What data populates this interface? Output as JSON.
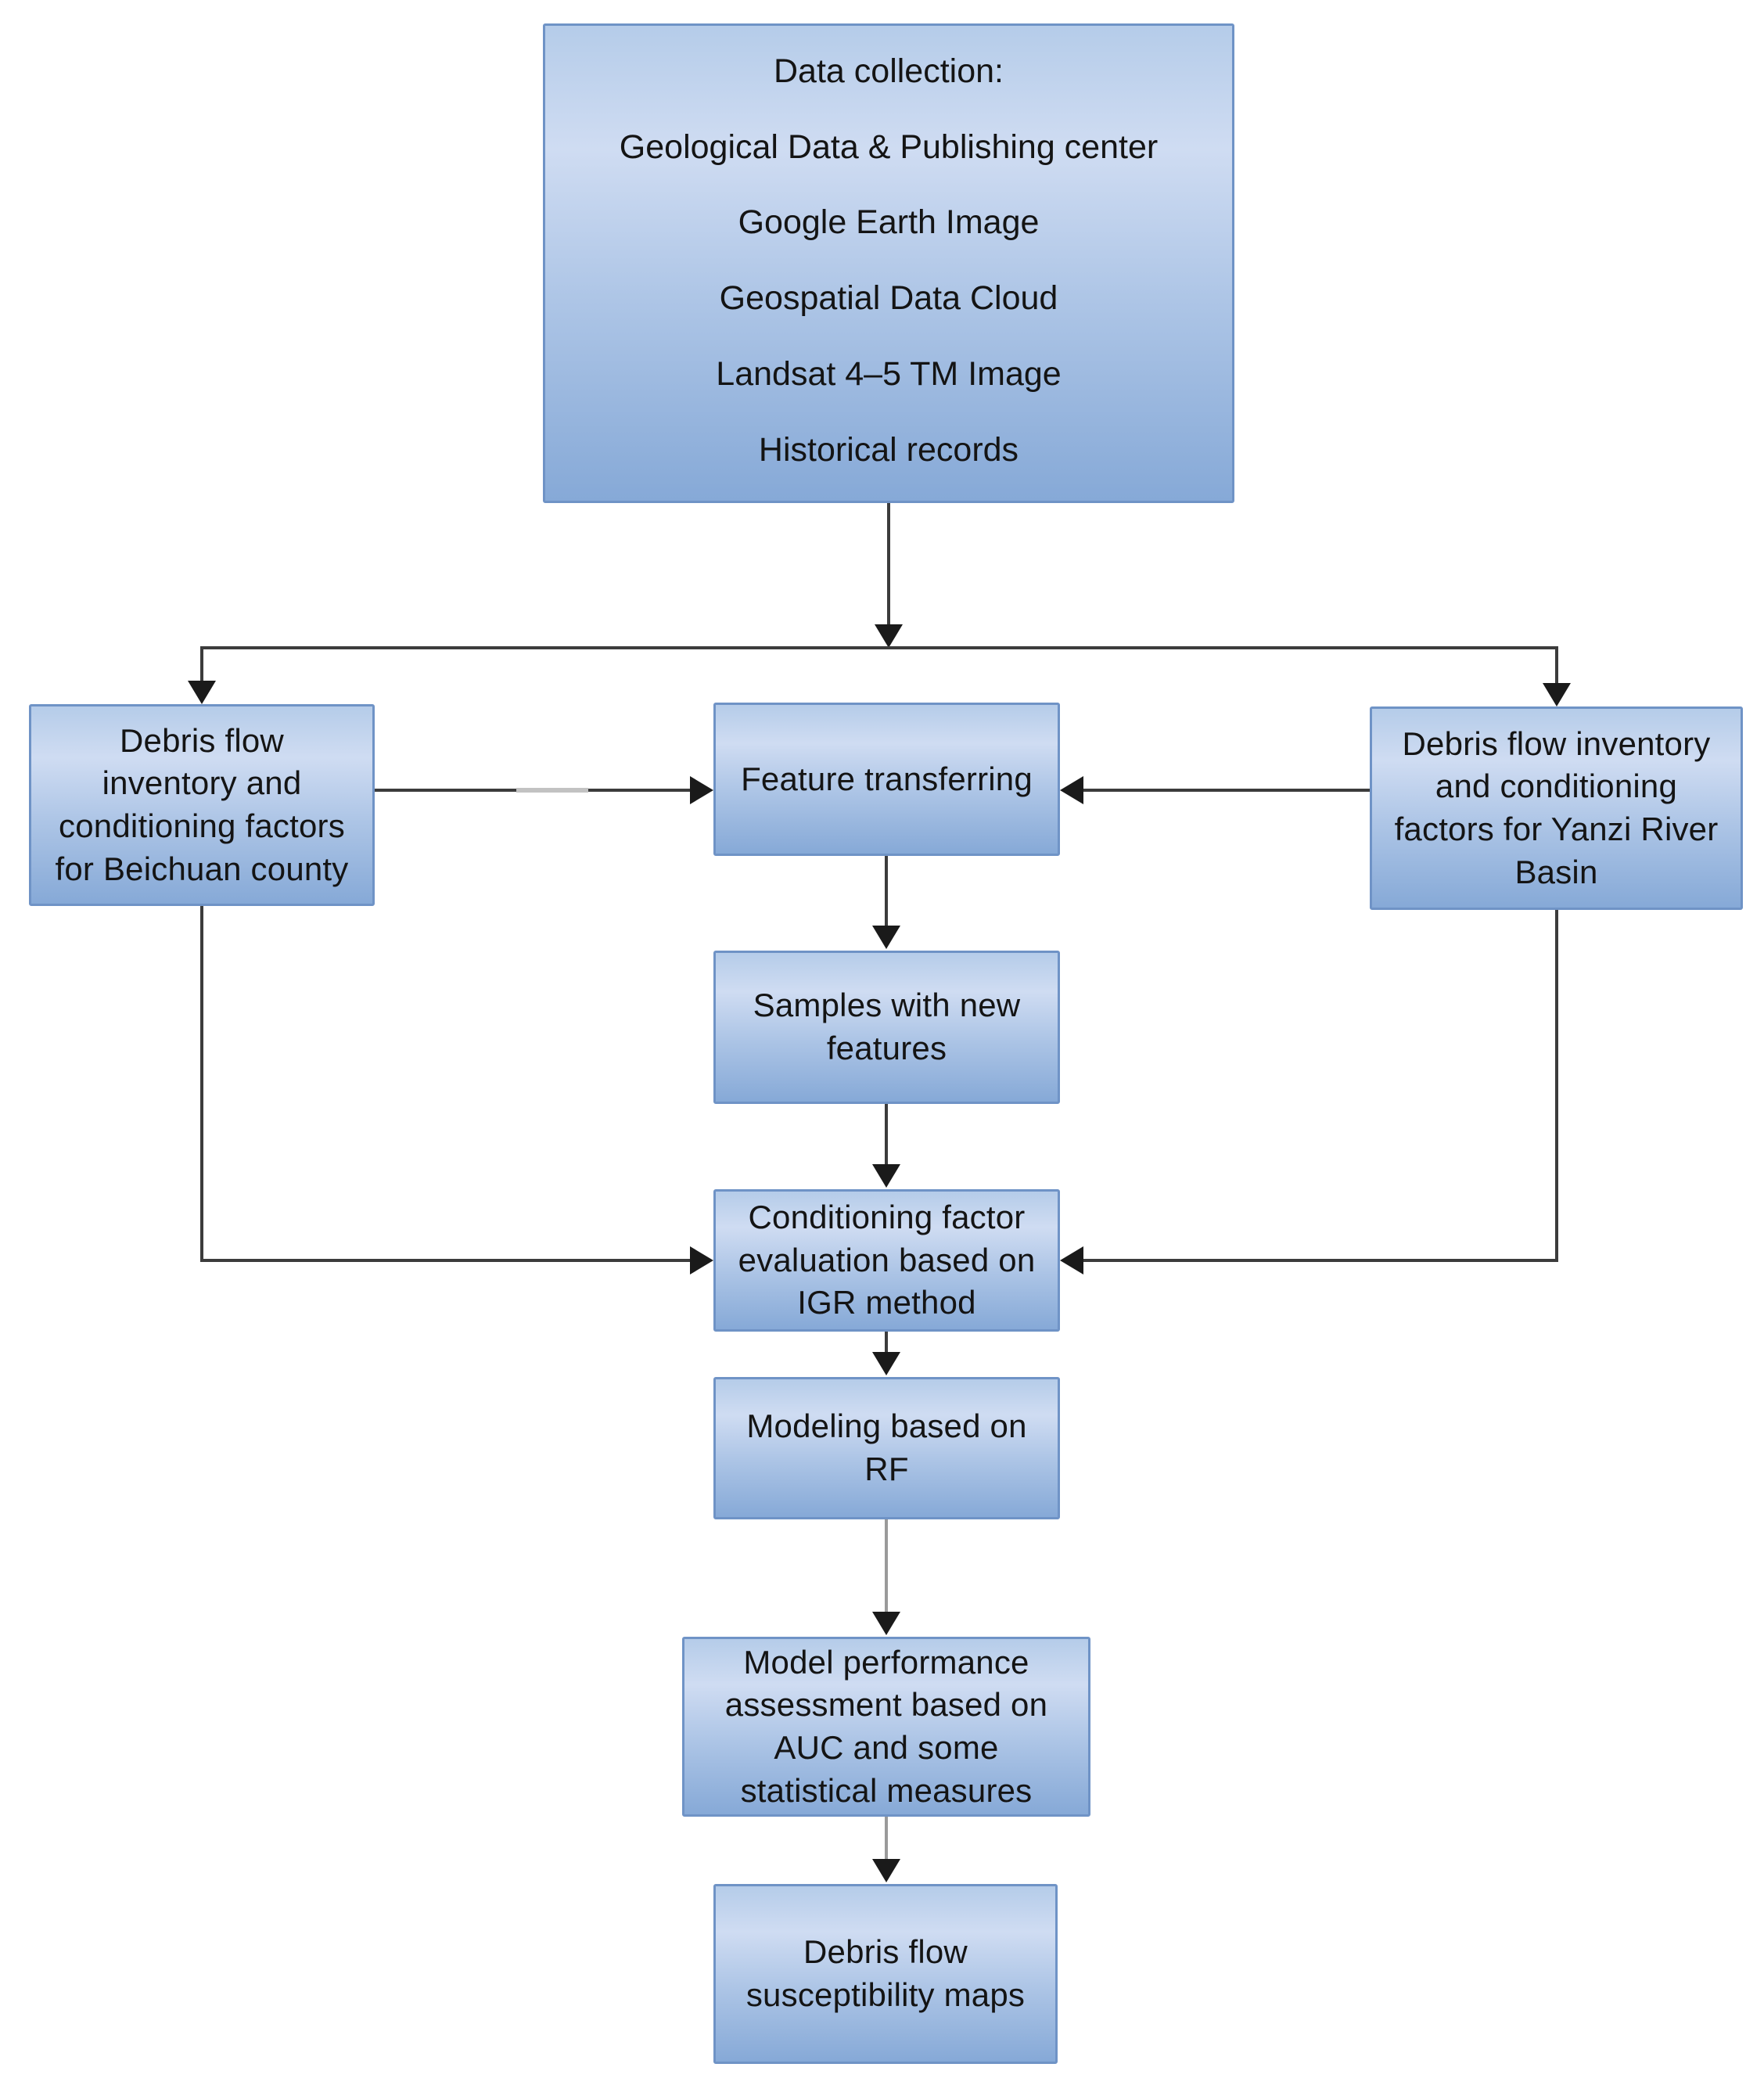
{
  "figure_type": "flowchart",
  "colors": {
    "box_top": "#b5cce9",
    "box_light": "#cfdcf2",
    "box_mid": "#adc5e6",
    "box_bottom": "#86a9d7",
    "box_border": "#6f93c6",
    "line_dark": "#3c3c3c",
    "line_gray": "#9a9a9a",
    "line_faded": "#c2c2c2",
    "arrowhead": "#1a1a1a",
    "text": "#141414",
    "bg": "#ffffff"
  },
  "nodes": {
    "data_collection": {
      "title": "Data collection:",
      "items": [
        "Geological Data & Publishing center",
        "Google Earth Image",
        "Geospatial Data Cloud",
        "Landsat 4–5 TM Image",
        "Historical records"
      ]
    },
    "beichuan": {
      "label": "Debris flow\ninventory and\nconditioning factors\nfor Beichuan county"
    },
    "feature_transferring": {
      "label": "Feature transferring"
    },
    "yanzi": {
      "label": "Debris flow inventory\nand conditioning\nfactors for Yanzi River\nBasin"
    },
    "samples": {
      "label": "Samples with new\nfeatures"
    },
    "igr_evaluation": {
      "label": "Conditioning factor\nevaluation based on\nIGR method"
    },
    "rf_modeling": {
      "label": "Modeling based on\nRF"
    },
    "assessment": {
      "label": "Model performance\nassessment based on\nAUC and some\nstatistical measures"
    },
    "susceptibility_maps": {
      "label": "Debris flow\nsusceptibility maps"
    }
  },
  "edges": [
    {
      "from": "data_collection",
      "to": "beichuan"
    },
    {
      "from": "data_collection",
      "to": "yanzi"
    },
    {
      "from": "beichuan",
      "to": "feature_transferring"
    },
    {
      "from": "yanzi",
      "to": "feature_transferring"
    },
    {
      "from": "feature_transferring",
      "to": "samples"
    },
    {
      "from": "samples",
      "to": "igr_evaluation"
    },
    {
      "from": "beichuan",
      "to": "igr_evaluation"
    },
    {
      "from": "yanzi",
      "to": "igr_evaluation"
    },
    {
      "from": "igr_evaluation",
      "to": "rf_modeling"
    },
    {
      "from": "rf_modeling",
      "to": "assessment"
    },
    {
      "from": "assessment",
      "to": "susceptibility_maps"
    }
  ]
}
